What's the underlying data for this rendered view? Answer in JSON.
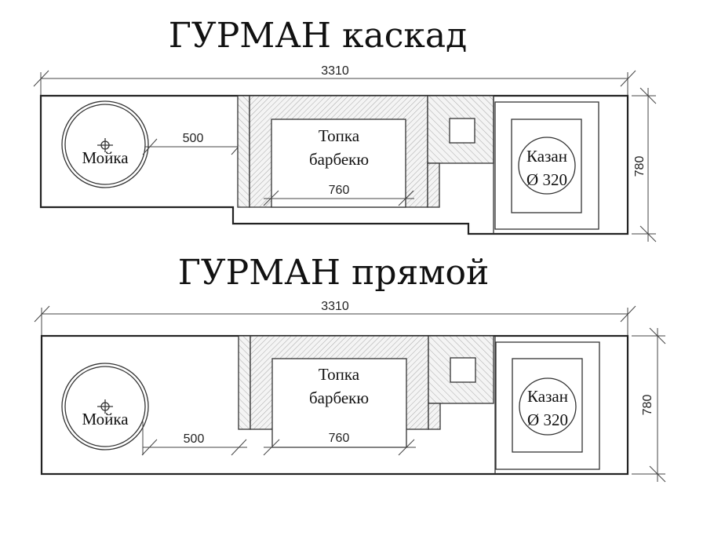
{
  "diagrams": [
    {
      "title": "ГУРМАН каскад",
      "overall_length": "3310",
      "depth": "780",
      "sink_label": "Мойка",
      "sink_gap": "500",
      "firebox_label_line1": "Топка",
      "firebox_label_line2": "барбекю",
      "firebox_width": "760",
      "kazan_label_line1": "Казан",
      "kazan_label_line2": "Ø 320"
    },
    {
      "title": "ГУРМАН прямой",
      "overall_length": "3310",
      "depth": "780",
      "sink_label": "Мойка",
      "sink_gap": "500",
      "firebox_label_line1": "Топка",
      "firebox_label_line2": "барбекю",
      "firebox_width": "760",
      "kazan_label_line1": "Казан",
      "kazan_label_line2": "Ø 320"
    }
  ],
  "colors": {
    "line": "#222222",
    "hatch": "#9a9a9a",
    "background": "#ffffff"
  }
}
